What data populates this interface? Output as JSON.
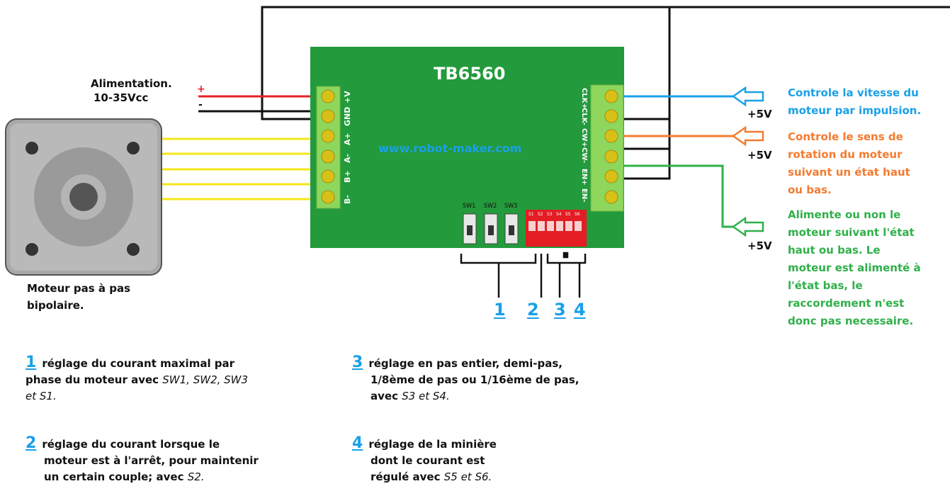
{
  "board": {
    "title": "TB6560",
    "url": "www.robot-maker.com"
  },
  "power": {
    "label1": "Alimentation.",
    "label2": "10-35Vcc",
    "plus": "+",
    "minus": "-"
  },
  "motor": {
    "label1": "Moteur pas à pas",
    "label2": "bipolaire."
  },
  "left_pins": [
    "+V",
    "GND",
    "A+",
    "A-",
    "B+",
    "B-"
  ],
  "right_pins": [
    "CLK+",
    "CLK-",
    "CW+",
    "CW-",
    "EN+",
    "EN-"
  ],
  "switches": [
    "SW1",
    "SW2",
    "SW3"
  ],
  "dip_labels": [
    "S1",
    "S2",
    "S3",
    "S4",
    "S5",
    "S6"
  ],
  "group_numbers": [
    "1",
    "2",
    "3",
    "4"
  ],
  "plus5v": "+5V",
  "colors": {
    "board": "#239a3b",
    "terminal": "#8ed65c",
    "red_wire": "#e8202a",
    "blue": "#1aa0e8",
    "orange": "#f47b30",
    "green": "#2fb04a",
    "yellow": "#f5e61a"
  },
  "right_labels": {
    "clk": [
      "Controle la vitesse du",
      "moteur par impulsion."
    ],
    "cw": [
      "Controle le sens de",
      "rotation du moteur",
      "suivant un état haut",
      "ou bas."
    ],
    "en": [
      "Alimente ou non le",
      "moteur suivant l'état",
      "haut ou bas. Le",
      "moteur est alimenté à",
      "l'état bas, le",
      "raccordement n'est",
      "donc pas necessaire."
    ]
  },
  "notes": {
    "n1": {
      "num": "1",
      "text_a": "réglage du courant maximal par",
      "text_b": "phase du moteur avec",
      "ital_b": "SW1, SW2, SW3",
      "ital_c": "et S1."
    },
    "n2": {
      "num": "2",
      "text_a": "réglage du courant lorsque le",
      "text_b": "moteur est à l'arrêt, pour maintenir",
      "text_c": "un certain couple; avec",
      "ital_c": "S2."
    },
    "n3": {
      "num": "3",
      "text_a": "réglage en pas entier, demi-pas,",
      "text_b": "1/8ème de pas ou 1/16ème de pas,",
      "text_c": "avec",
      "ital_c": "S3 et S4."
    },
    "n4": {
      "num": "4",
      "text_a": "réglage de la minière",
      "text_b": "dont le courant est",
      "text_c": "régulé avec",
      "ital_c": "S5 et S6."
    }
  }
}
